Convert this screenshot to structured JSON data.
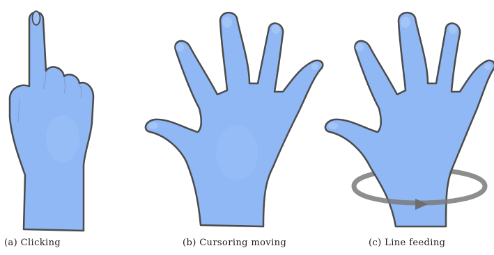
{
  "colors": {
    "hand_fill": "#8fb8f5",
    "hand_fill_light": "#a7c7f8",
    "hand_outline": "#4b4b4b",
    "ring": "#7a7a7a",
    "caption_text": "#1a1a1a"
  },
  "panels": [
    {
      "id": "a",
      "icon": "pointing-hand",
      "caption": "(a) Clicking"
    },
    {
      "id": "b",
      "icon": "open-hand",
      "caption": "(b) Cursoring moving"
    },
    {
      "id": "c",
      "icon": "open-hand-rotate",
      "caption": "(c) Line feeding"
    }
  ]
}
